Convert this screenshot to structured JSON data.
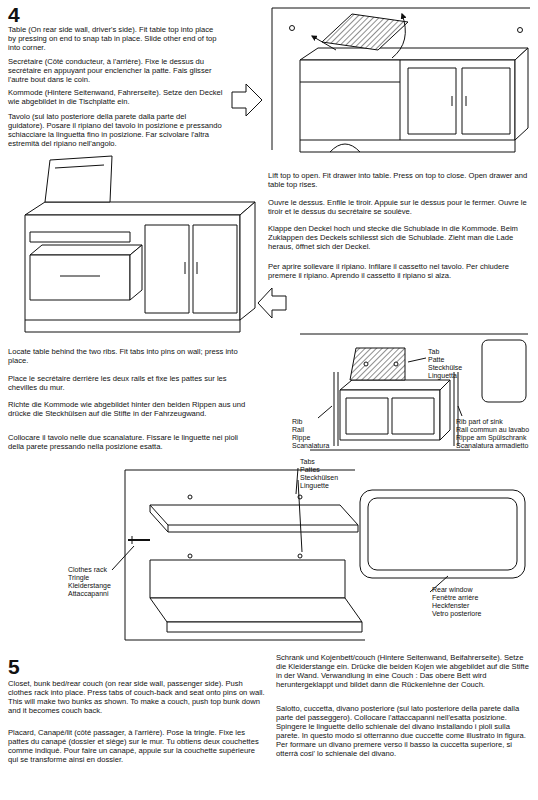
{
  "diagram": {
    "labels": [
      "4",
      "Table (On rear side wall, driver's side). Fit table top into place by pressing on end to snap tab in place. Slide other end of top into corner.",
      "Secrétaire (Côté conducteur, à l'arrière). Fixe le dessus du secrétaire en appuyant pour enclencher la patte. Fais glisser l'autre bout dans le coin.",
      "Kommode (Hintere Seitenwand, Fahrerseite). Setze den Deckel wie abgebildet in die Tischplatte ein.",
      "Tavolo (sul lato posteriore della parete dalla parte del guidatore). Posare il ripiano del tavolo in posizione e pressando schiacciare la linguetta fino in posizione. Far scivolare l'altra estremità del ripiano nell'angolo.",
      "Lift top to open. Fit drawer into table. Press on top to close. Open drawer and table top rises.",
      "Ouvre le dessus. Enfile le tiroir. Appuie sur le dessus pour le fermer. Ouvre le tiroir et le dessus du secrétaire se soulève.",
      "Klappe den Deckel hoch und stecke die Schublade in die Kommode. Beim Zuklappen des Deckels schliesst sich die Schublade. Zieht man die Lade heraus, öffnet sich der Deckel.",
      "Per aprire sollevare il ripiano. Infilare il cassetto nel tavolo. Per chiudere premere il ripiano. Aprendo il cassetto il ripiano si alza.",
      "Locate table behind the two ribs. Fit tabs into pins on wall; press into place.",
      "Place le secrétaire derrière les deux rails et fixe les pattes sur les chevilles du mur.",
      "Richte die Kommode wie abgebildet hinter den beiden Rippen aus und drücke die Steckhülsen auf die Stifte in der Fahrzeugwand.",
      "Collocare il tavolo nelle due scanalature. Fissare le linguette nei pioli della parete pressando nella posizione esatta.",
      "Tab",
      "Patte",
      "Steckhülse",
      "Linguetta",
      "Rib",
      "Rail",
      "Rippe",
      "Scanalatura",
      "Rib part of sink",
      "Rail commun au lavabo",
      "Rippe am Spülschrank",
      "Scanalatura armadietto",
      "Tabs",
      "Pattes",
      "Steckhülsen",
      "Linguette",
      "Clothes rack",
      "Tringle",
      "Kleiderstange",
      "Attaccapanni",
      "Rear window",
      "Fenêtre arrière",
      "Heckfenster",
      "Vetro posteriore",
      "5",
      "Closet, bunk bed/rear couch (on rear side wall, passenger side). Push clothes rack into place. Press tabs of couch-back and seat onto pins on wall. This will make two bunks as shown. To make a couch, push top bunk down and it becomes couch back.",
      "Placard, Canapé/lit (côté passager, à l'arrière). Pose la tringle. Fixe les pattes du canapé (dossier et siège) sur le mur. Tu obtiens deux couchettes comme indiqué. Pour faire un canapé, appuie sur la couchette supérieure qui se transforme ainsi en dossier.",
      "Schrank und Kojenbett/couch (Hintere Seitenwand, Beifahrerseite). Setze die Kleiderstange ein. Drücke die beiden Kojen wie abgebildet auf die Stifte in der Wand. Verwandlung in eine Couch : Das obere Bett wird heruntergeklappt und bildet dann die Rückenlehne der Couch.",
      "Salotto, cuccetta, divano posteriore (sul lato posteriore della parete dalla parte del passeggero). Collocare l'attaccapanni nell'esatta posizione. Spingere le linguette dello schienale del divano installando i pioli sulla parete. In questo modo si otterranno due cuccette come illustrato in figura. Per formare un divano premere verso il basso la cuccetta superiore, si otterrà cosi' lo schienale del divano."
    ]
  }
}
